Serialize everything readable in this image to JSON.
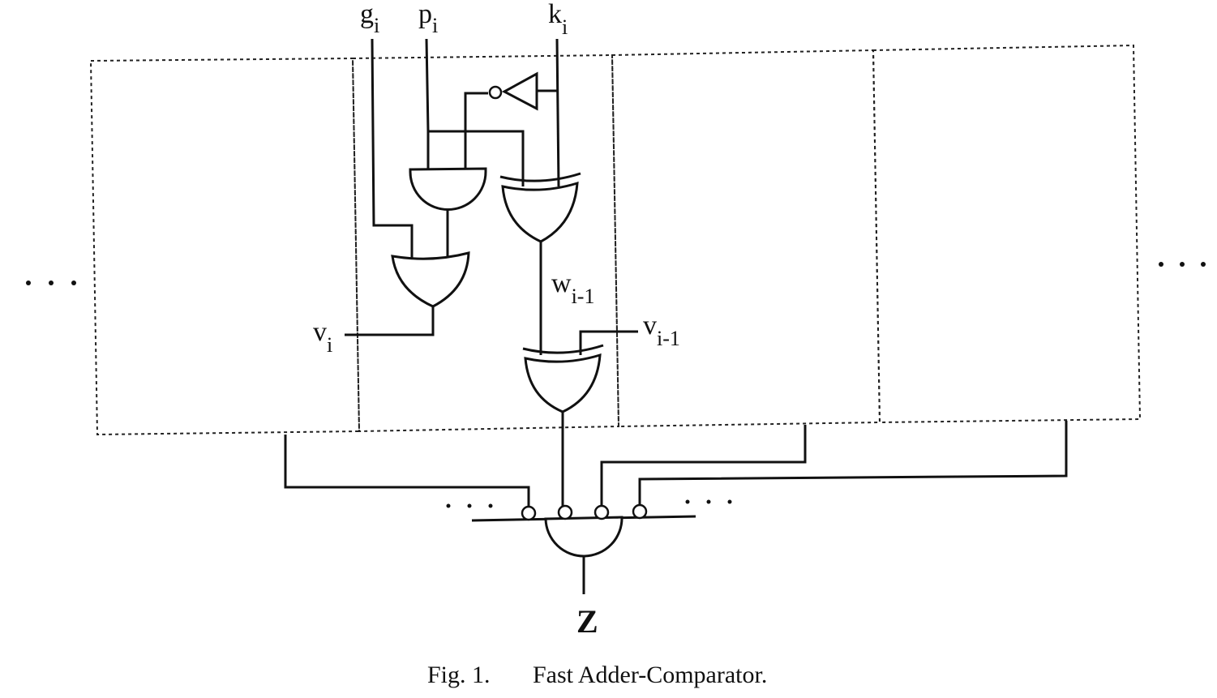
{
  "signals": {
    "g": {
      "base": "g",
      "sub": "i"
    },
    "p": {
      "base": "p",
      "sub": "i"
    },
    "k": {
      "base": "k",
      "sub": "i"
    },
    "w": {
      "base": "w",
      "sub": "i-1"
    },
    "v_prev": {
      "base": "v",
      "sub": "i-1"
    },
    "v": {
      "base": "v",
      "sub": "i"
    }
  },
  "output_label": "Z",
  "ellipsis": "· · ·",
  "caption": {
    "number": "Fig. 1.",
    "title": "Fast Adder-Comparator."
  }
}
